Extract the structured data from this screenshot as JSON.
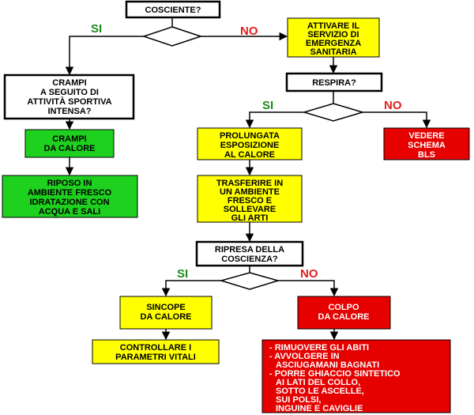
{
  "colors": {
    "green": "#1fd11f",
    "yellow": "#ffff00",
    "red": "#e60000",
    "white": "#ffffff",
    "yes_text": "#1f8a1f",
    "no_text": "#e31e1e"
  },
  "labels": {
    "yes": "SI",
    "no": "NO"
  },
  "nodes": {
    "cosciente": {
      "lines": [
        "COSCIENTE?"
      ]
    },
    "crampi_question": {
      "lines": [
        "CRAMPI",
        "A SEGUITO DI",
        "ATTIVITÀ SPORTIVA",
        "INTENSA?"
      ]
    },
    "crampi_calore": {
      "lines": [
        "CRAMPI",
        "DA CALORE"
      ]
    },
    "riposo": {
      "lines": [
        "RIPOSO IN",
        "AMBIENTE FRESCO",
        "IDRATAZIONE CON",
        "ACQUA E SALI"
      ]
    },
    "attivare": {
      "lines": [
        "ATTIVARE IL",
        "SERVIZIO DI",
        "EMERGENZA",
        "SANITARIA"
      ]
    },
    "respira": {
      "lines": [
        "RESPIRA?"
      ]
    },
    "prolungata": {
      "lines": [
        "PROLUNGATA",
        "ESPOSIZIONE",
        "AL CALORE"
      ]
    },
    "vedere": {
      "lines": [
        "VEDERE",
        "SCHEMA",
        "BLS"
      ]
    },
    "trasferire": {
      "lines": [
        "TRASFERIRE IN",
        "UN AMBIENTE",
        "FRESCO E",
        "SOLLEVARE",
        "GLI ARTI"
      ]
    },
    "ripresa": {
      "lines": [
        "RIPRESA DELLA",
        "COSCIENZA?"
      ]
    },
    "sincope": {
      "lines": [
        "SINCOPE",
        "DA CALORE"
      ]
    },
    "controllare": {
      "lines": [
        "CONTROLLARE I",
        "PARAMETRI VITALI"
      ]
    },
    "colpo": {
      "lines": [
        "COLPO",
        "DA CALORE"
      ]
    },
    "actions": {
      "lines": [
        "- RIMUOVERE GLI ABITI",
        "- AVVOLGERE IN",
        "  ASCIUGAMANI BAGNATI",
        "- PORRE GHIACCIO SINTETICO",
        "  AI LATI DEL COLLO,",
        "  SOTTO LE ASCELLE,",
        "  SUI POLSI,",
        "  INGUINE E CAVIGLIE"
      ]
    }
  }
}
